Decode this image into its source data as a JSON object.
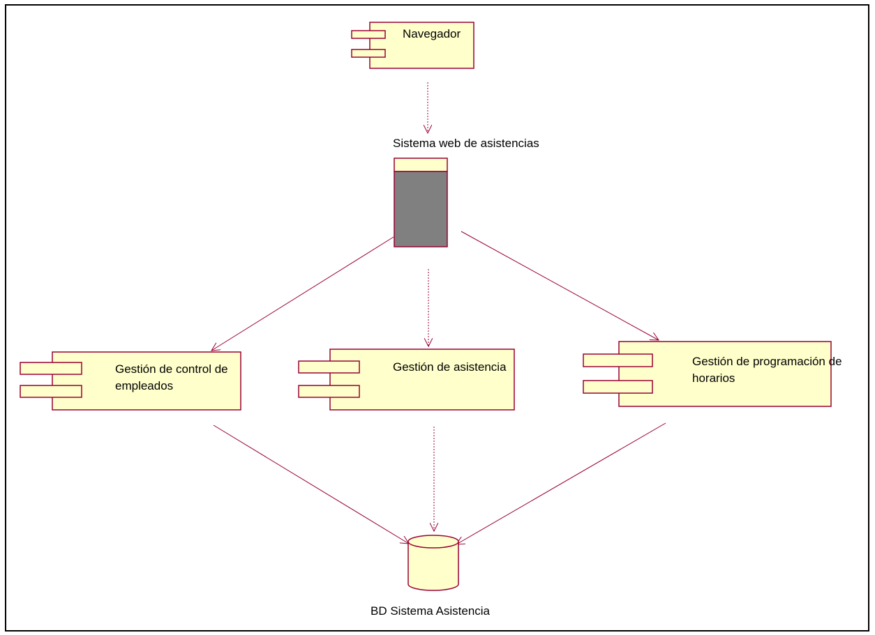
{
  "diagram": {
    "type": "uml-component-diagram",
    "nodes": {
      "navegador": {
        "label": "Navegador",
        "kind": "component"
      },
      "sistema_web": {
        "label": "Sistema web de asistencias",
        "kind": "subsystem"
      },
      "gestion_empleados": {
        "label_line1": "Gestión de control de",
        "label_line2": "empleados",
        "kind": "component"
      },
      "gestion_asistencia": {
        "label": "Gestión de asistencia",
        "kind": "component"
      },
      "gestion_horarios": {
        "label_line1": "Gestión de programación de",
        "label_line2": "horarios",
        "kind": "component"
      },
      "bd": {
        "label": "BD Sistema Asistencia",
        "kind": "database"
      }
    },
    "edges": [
      {
        "from": "navegador",
        "to": "sistema_web",
        "style": "dashed"
      },
      {
        "from": "sistema_web",
        "to": "gestion_empleados",
        "style": "solid"
      },
      {
        "from": "sistema_web",
        "to": "gestion_asistencia",
        "style": "dashed"
      },
      {
        "from": "sistema_web",
        "to": "gestion_horarios",
        "style": "solid"
      },
      {
        "from": "gestion_empleados",
        "to": "bd",
        "style": "solid"
      },
      {
        "from": "gestion_asistencia",
        "to": "bd",
        "style": "dashed"
      },
      {
        "from": "gestion_horarios",
        "to": "bd",
        "style": "solid"
      }
    ],
    "colors": {
      "component_fill": "#FFFFCC",
      "component_stroke": "#990033",
      "subsystem_body": "#808080",
      "edge": "#990033",
      "frame": "#000000"
    }
  }
}
